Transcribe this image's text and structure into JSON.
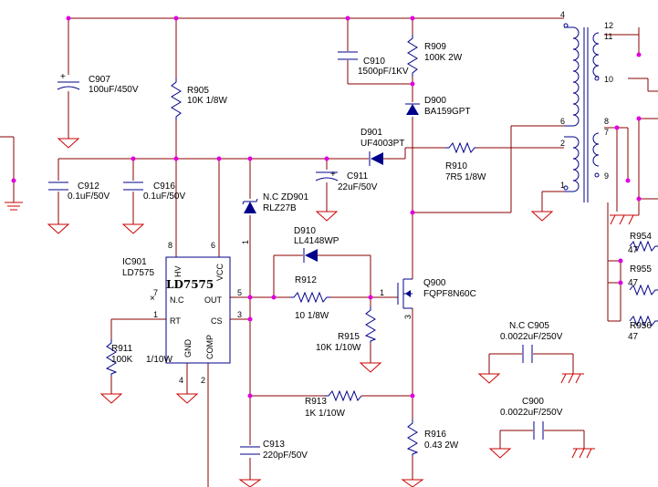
{
  "components": {
    "c907": {
      "ref": "C907",
      "value": "100uF/450V"
    },
    "r905": {
      "ref": "R905",
      "value": "10K  1/8W"
    },
    "c910": {
      "ref": "C910",
      "value": "1500pF/1KV"
    },
    "r909": {
      "ref": "R909",
      "value": "100K  2W"
    },
    "d900": {
      "ref": "D900",
      "value": "BA159GPT"
    },
    "d901": {
      "ref": "D901",
      "value": "UF4003PT"
    },
    "r910": {
      "ref": "R910",
      "value": "7R5   1/8W"
    },
    "c912": {
      "ref": "C912",
      "value": "0.1uF/50V"
    },
    "c916": {
      "ref": "C916",
      "value": "0.1uF/50V"
    },
    "zd901": {
      "ref": "N.C ZD901",
      "value": "RLZ27B"
    },
    "c911": {
      "ref": "C911",
      "value": "22uF/50V"
    },
    "d910": {
      "ref": "D910",
      "value": "LL4148WP"
    },
    "r912": {
      "ref": "R912",
      "value": "10   1/8W"
    },
    "r915": {
      "ref": "R915",
      "value": "10K   1/10W"
    },
    "q900": {
      "ref": "Q900",
      "value": "FQPF8N60C"
    },
    "ic901": {
      "ref": "IC901",
      "value": "LD7575",
      "marking": "LD7575"
    },
    "r911": {
      "ref": "R911",
      "value": "100K",
      "power": "1/10W"
    },
    "r913": {
      "ref": "R913",
      "value": "1K   1/10W"
    },
    "c913": {
      "ref": "C913",
      "value": "220pF/50V"
    },
    "r916": {
      "ref": "R916",
      "value": "0.43   2W"
    },
    "c905": {
      "ref": "N.C C905",
      "value": "0.0022uF/250V"
    },
    "c900": {
      "ref": "C900",
      "value": "0.0022uF/250V"
    },
    "r954": {
      "ref": "R954",
      "value": "47"
    },
    "r955": {
      "ref": "R955",
      "value": "47"
    },
    "r956": {
      "ref": "R956",
      "value": "47"
    }
  },
  "ic_pins": {
    "hv": "HV",
    "vcc": "VCC",
    "nc": "N.C",
    "out": "OUT",
    "rt": "RT",
    "cs": "CS",
    "gnd": "GND",
    "comp": "COMP",
    "p8": "8",
    "p6": "6",
    "p7": "7",
    "p5": "5",
    "p1": "1",
    "p3": "3",
    "p4": "4",
    "p2": "2"
  },
  "q900_pins": {
    "gate": "1",
    "source": "3"
  },
  "zd901_pin": "1",
  "transformer_pins": {
    "p4": "4",
    "p6": "6",
    "p2": "2",
    "p1": "1",
    "p12": "12",
    "p11": "11",
    "p10": "10",
    "p8": "8",
    "p7": "7",
    "p9": "9"
  },
  "polarity_mark": "+",
  "nc_marker": "×",
  "colors": {
    "wire": "#8b0000",
    "component": "#00008b",
    "ground": "#cc0000",
    "junction": "#e000e0"
  }
}
